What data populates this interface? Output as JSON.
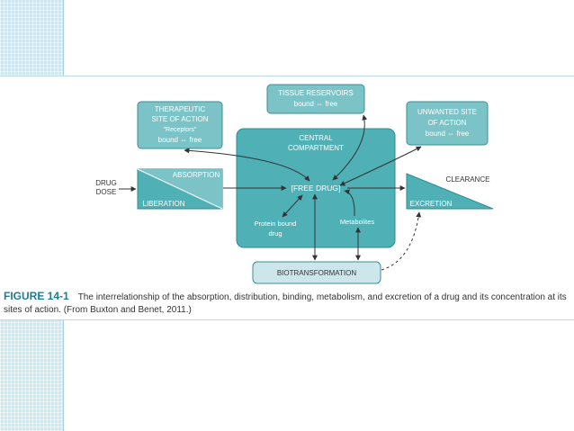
{
  "diagram": {
    "tissue": {
      "title": "TISSUE RESERVOIRS",
      "sub": "bound ⇔ free"
    },
    "therapeutic": {
      "l1": "THERAPEUTIC",
      "l2": "SITE OF ACTION",
      "l3": "\"Receptors\"",
      "l4": "bound ⇔ free"
    },
    "unwanted": {
      "l1": "UNWANTED SITE",
      "l2": "OF ACTION",
      "l3": "bound ⇔ free"
    },
    "central": {
      "l1": "CENTRAL",
      "l2": "COMPARTMENT",
      "free": "[FREE DRUG]",
      "protein1": "Protein bound",
      "protein2": "drug",
      "metab": "Metabolites"
    },
    "drug_dose": {
      "l1": "DRUG",
      "l2": "DOSE"
    },
    "absorption": "ABSORPTION",
    "liberation": "LIBERATION",
    "clearance": "CLEARANCE",
    "excretion": "EXCRETION",
    "biotransformation": "BIOTRANSFORMATION"
  },
  "caption": {
    "figure_label": "FIGURE 14-1",
    "text": "The interrelationship of the absorption, distribution, binding, metabolism, and excretion of a drug and its concentration at its sites of action. (From Buxton and Benet, 2011.)"
  },
  "colors": {
    "box_fill": "#7cc3c8",
    "box_stroke": "#3a8f97",
    "central_fill": "#4fb0b5",
    "caption_label": "#1b7f94"
  }
}
